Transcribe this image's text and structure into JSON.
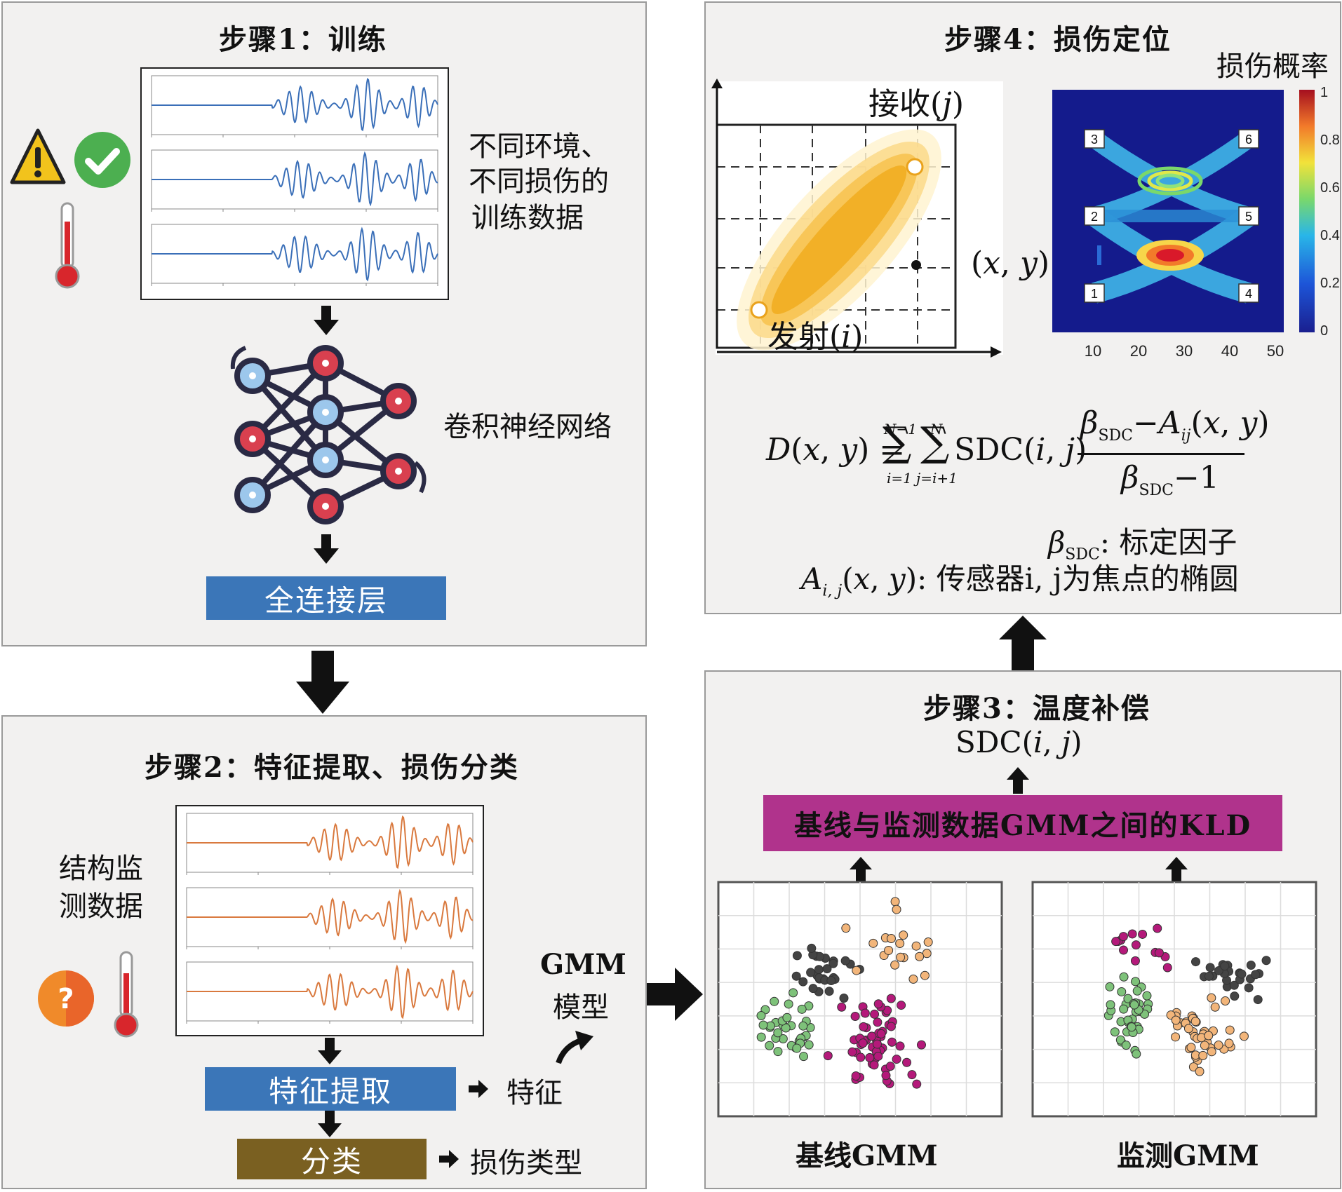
{
  "step1": {
    "title": "步骤1：训练",
    "training_label": [
      "不同环境、",
      "不同损伤的",
      "训练数据"
    ],
    "cnn_label": "卷积神经网络",
    "fc_label": "全连接层",
    "signal_color": "#3a6fb8",
    "warning_icon": "warning-icon",
    "check_icon": "check-icon",
    "thermometer_icon": "thermometer-icon"
  },
  "step2": {
    "title": "步骤2：特征提取、损伤分类",
    "monitor_label": [
      "结构监",
      "测数据"
    ],
    "feature_extract_label": "特征提取",
    "feature_label": "特征",
    "classify_label": "分类",
    "damage_type_label": "损伤类型",
    "gmm_label": [
      "GMM",
      "模型"
    ],
    "signal_color": "#d9793e",
    "question_icon": "question-icon"
  },
  "step3": {
    "title": "步骤3：温度补偿",
    "sdc_label": "SDC(i, j)",
    "kld_label": "基线与监测数据GMM之间的KLD",
    "baseline_label": "基线GMM",
    "monitor_label": "监测GMM",
    "kld_color": "#b0338c"
  },
  "step4": {
    "title": "步骤4：损伤定位",
    "prob_label": "损伤概率",
    "receive_label": "接收(j)",
    "transmit_label": "发射(i)",
    "xy_label": "(x, y)",
    "heatmap_x_ticks": [
      "10",
      "20",
      "30",
      "40",
      "50"
    ],
    "colorbar_ticks": [
      "1",
      "0.8",
      "0.6",
      "0.4",
      "0.2",
      "0"
    ],
    "sensor_labels": [
      "3",
      "6",
      "2",
      "5",
      "1",
      "4"
    ],
    "formula_lhs": "D(x, y) =",
    "sum1_top": "N−1",
    "sum1_bottom": "i=1",
    "sum2_top": "N",
    "sum2_bottom": "j=i+1",
    "sdc_term": "SDC(i, j)",
    "frac_num": "βSDC−Aij(x, y)",
    "frac_den": "βSDC−1",
    "beta_def_sym": "βSDC",
    "beta_def": ": 标定因子",
    "a_def_sym": "Ai, j(x, y)",
    "a_def": ": 传感器i, j为焦点的椭圆"
  }
}
